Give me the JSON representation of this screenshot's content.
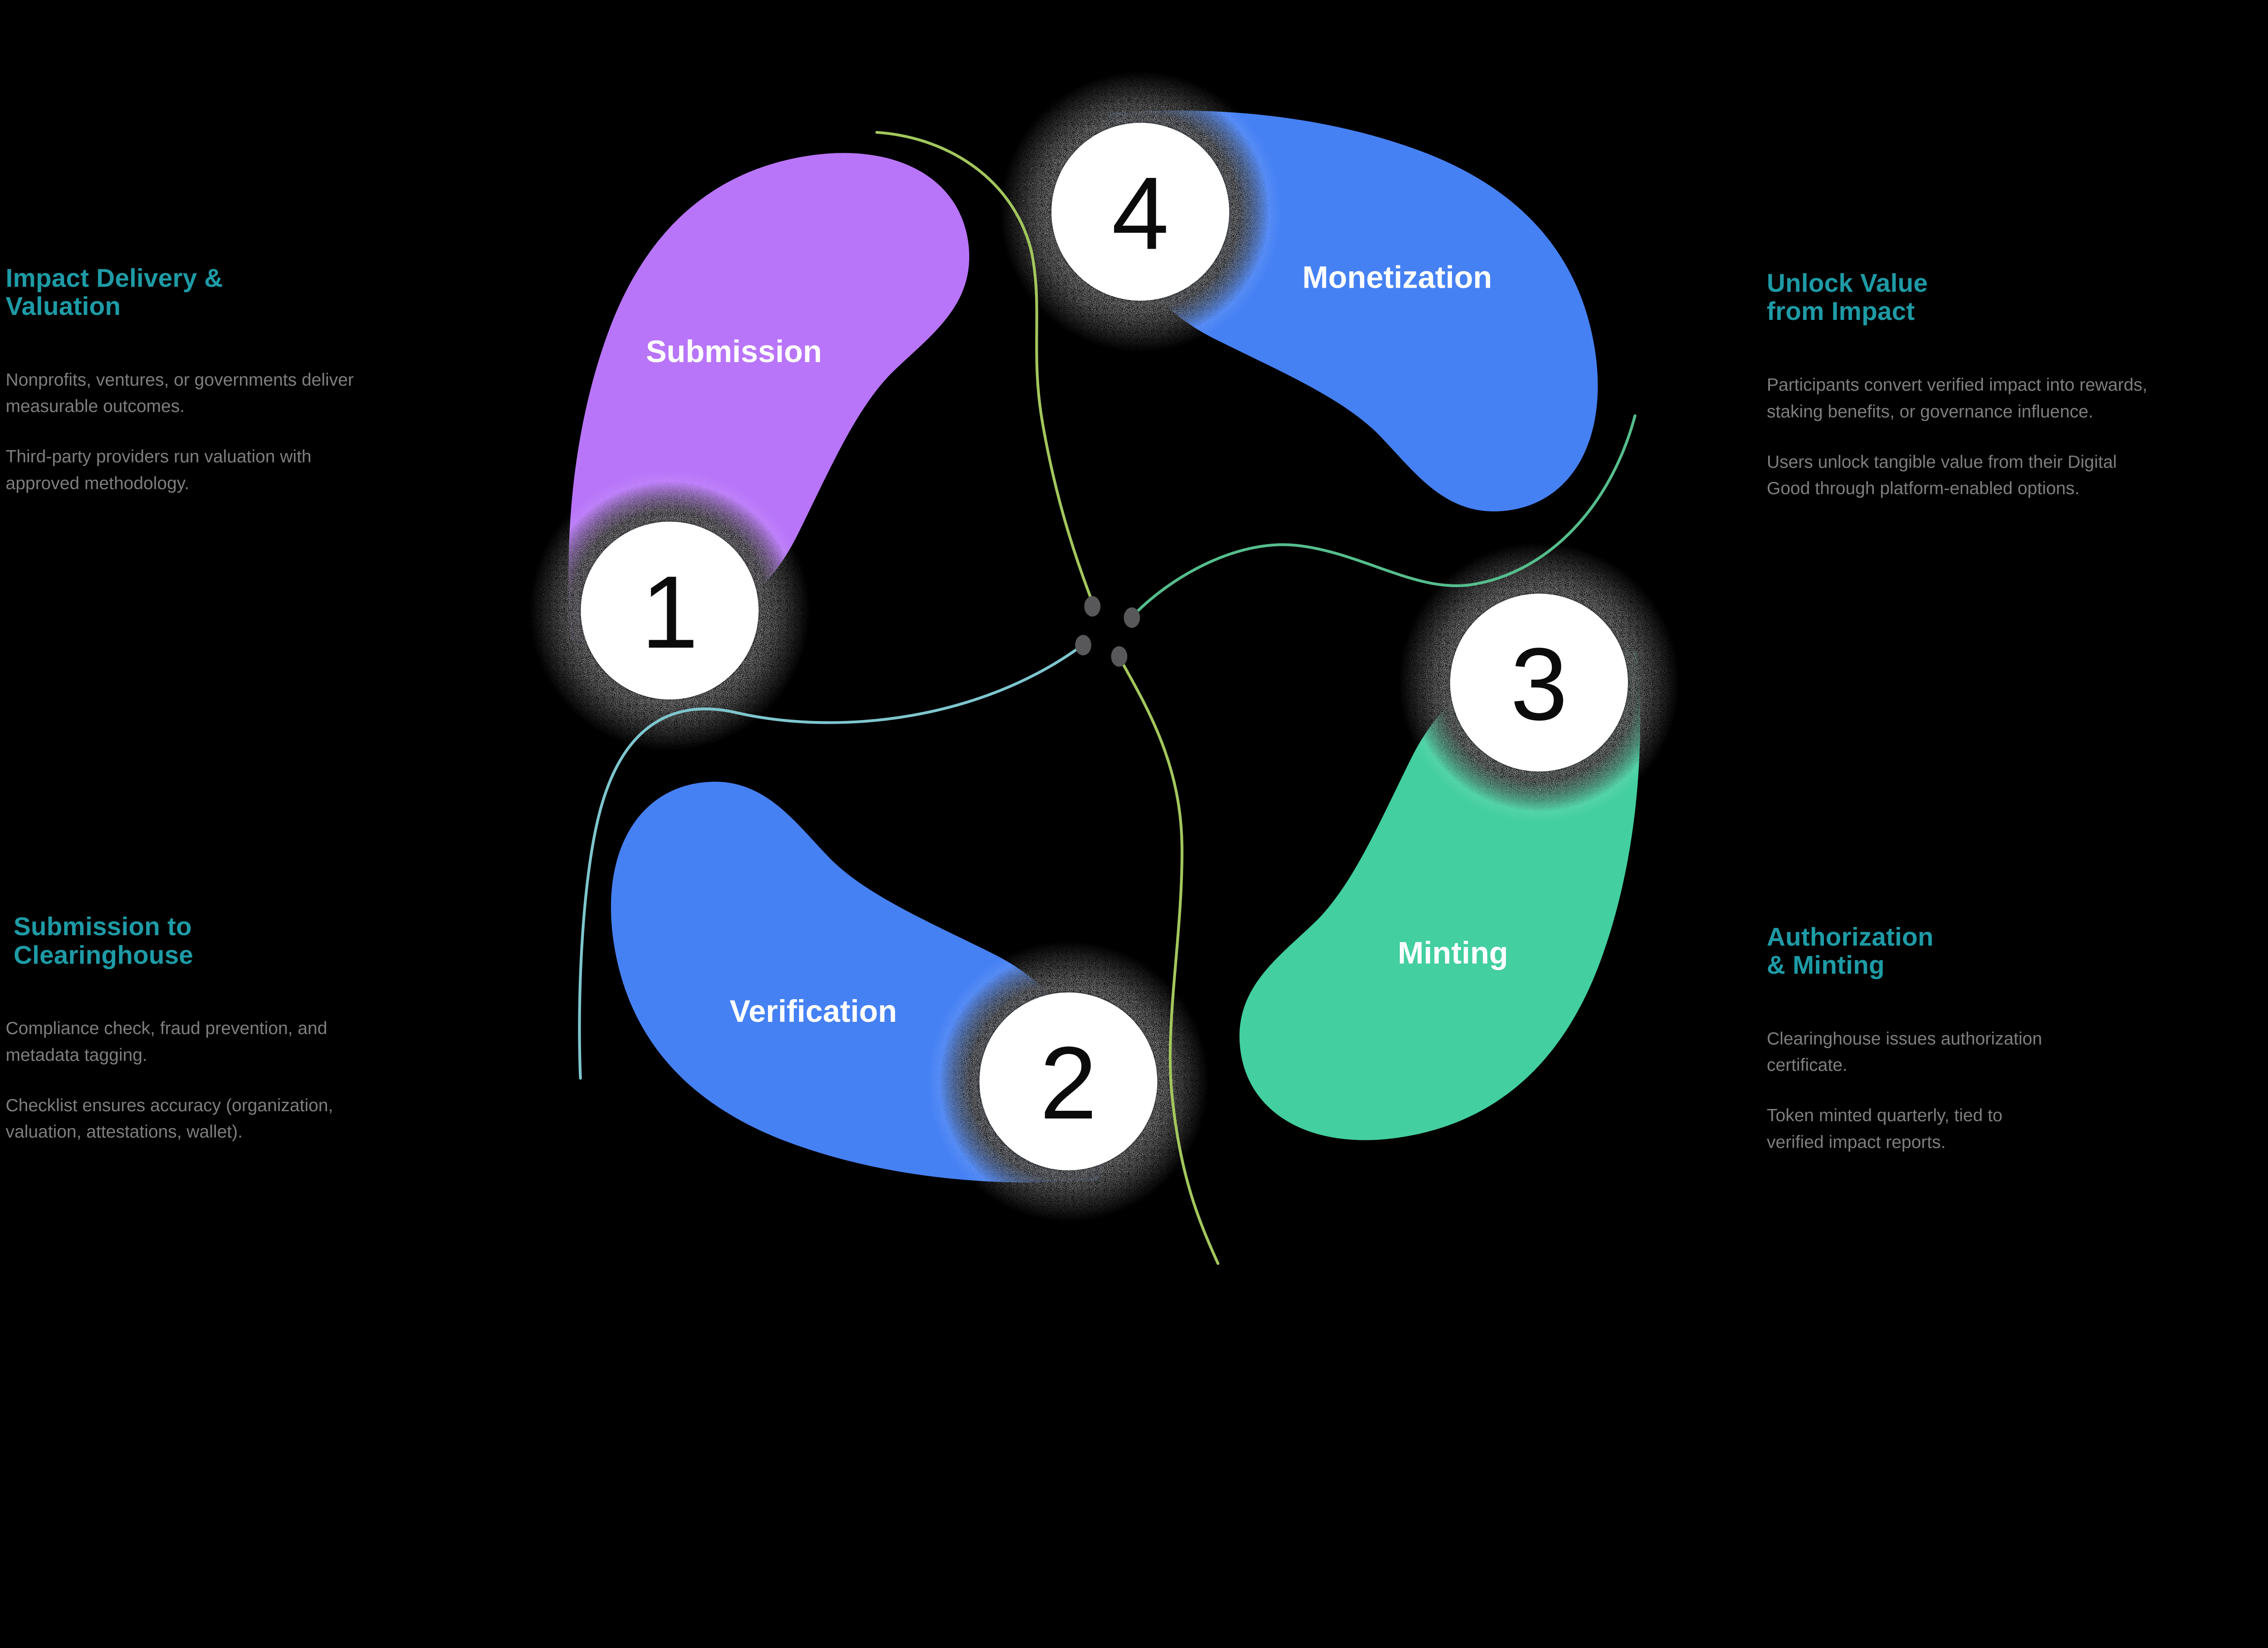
{
  "canvas": {
    "background": "#000000"
  },
  "styles": {
    "heading_color": "#1E9BA6",
    "body_color": "#7E7E7E",
    "label_color": "#FFFFFF",
    "number_color": "#0B0B0B",
    "circle_fill": "#FFFFFF",
    "hub_dot_color": "#58585A"
  },
  "cycle": {
    "steps": [
      {
        "number": "1",
        "label": "Submission",
        "blob_color": "#B875F9"
      },
      {
        "number": "2",
        "label": "Verification",
        "blob_color": "#4681F4"
      },
      {
        "number": "3",
        "label": "Minting",
        "blob_color": "#43CFA0"
      },
      {
        "number": "4",
        "label": "Monetization",
        "blob_color": "#4681F4"
      }
    ],
    "connectors": [
      {
        "name": "top-curve",
        "color": "#A3C75D"
      },
      {
        "name": "right-curve",
        "color": "#55BE8D"
      },
      {
        "name": "left-curve",
        "color": "#7EC6CE"
      },
      {
        "name": "bottom-curve",
        "color": "#A3C75D"
      }
    ]
  },
  "text_blocks": [
    {
      "id": "top-left",
      "heading": "Impact Delivery &\nValuation",
      "paragraphs": [
        "Nonprofits, ventures, or governments deliver\nmeasurable outcomes.",
        "Third-party providers run valuation with\napproved methodology."
      ]
    },
    {
      "id": "bottom-left",
      "heading": "Submission to\nClearinghouse",
      "paragraphs": [
        "Compliance check, fraud prevention, and\nmetadata tagging.",
        "Checklist ensures accuracy (organization,\nvaluation, attestations, wallet)."
      ]
    },
    {
      "id": "top-right",
      "heading": "Unlock Value\nfrom Impact",
      "paragraphs": [
        "Participants convert verified impact into rewards,\nstaking benefits, or governance influence.",
        "Users unlock tangible value from their Digital\nGood through platform-enabled options."
      ]
    },
    {
      "id": "bottom-right",
      "heading": "Authorization\n& Minting",
      "paragraphs": [
        "Clearinghouse issues authorization\ncertificate.",
        "Token  minted quarterly, tied to\nverified impact reports."
      ]
    }
  ]
}
